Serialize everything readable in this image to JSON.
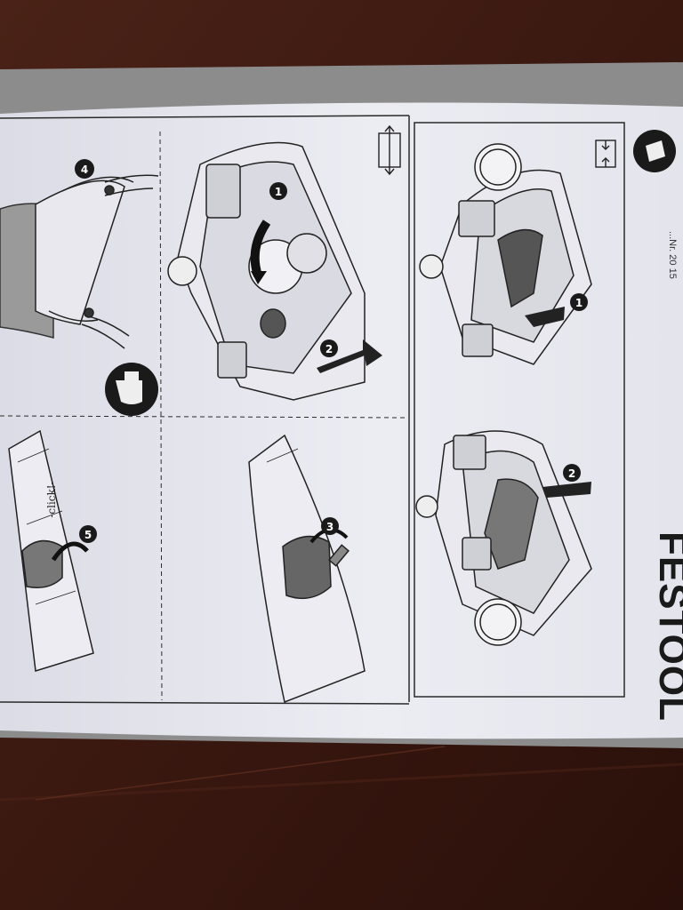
{
  "brand": "FESTOOL",
  "part_number_fragment": "...Nr. 20 15",
  "click_label": "-click!-",
  "steps": [
    {
      "label": "1"
    },
    {
      "label": "2"
    },
    {
      "label": "3"
    },
    {
      "label": "4"
    },
    {
      "label": "5"
    }
  ],
  "icons": [
    "expand-arrows-icon",
    "compress-arrows-icon",
    "safety-goggles-mask-icon",
    "recycle-bag-icon"
  ],
  "colors": {
    "table": "#3b1a12",
    "paper": "#e6e6ee",
    "felt": "#8a8a8a",
    "ink": "#1a1a1a"
  }
}
